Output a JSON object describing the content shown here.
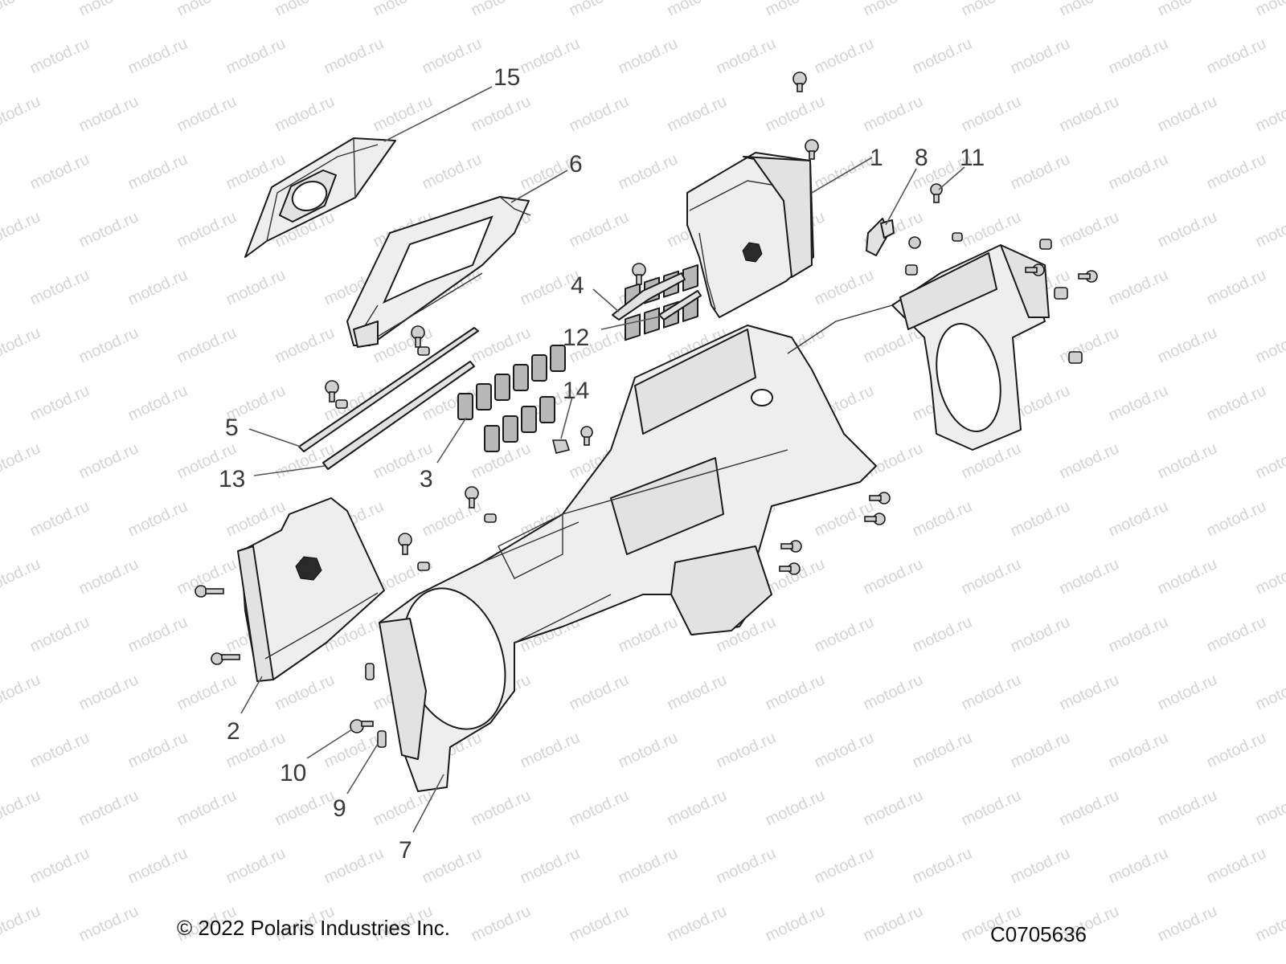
{
  "watermark": "motod.ru",
  "callouts": [
    {
      "id": "1",
      "label": "1"
    },
    {
      "id": "2",
      "label": "2"
    },
    {
      "id": "3",
      "label": "3"
    },
    {
      "id": "4",
      "label": "4"
    },
    {
      "id": "5",
      "label": "5"
    },
    {
      "id": "6",
      "label": "6"
    },
    {
      "id": "7",
      "label": "7"
    },
    {
      "id": "8",
      "label": "8"
    },
    {
      "id": "9",
      "label": "9"
    },
    {
      "id": "10",
      "label": "10"
    },
    {
      "id": "11",
      "label": "11"
    },
    {
      "id": "12",
      "label": "12"
    },
    {
      "id": "13",
      "label": "13"
    },
    {
      "id": "14",
      "label": "14"
    },
    {
      "id": "15",
      "label": "15"
    }
  ],
  "footer": {
    "copyright": "© 2022 Polaris Industries Inc.",
    "diagram_code": "C0705636"
  }
}
